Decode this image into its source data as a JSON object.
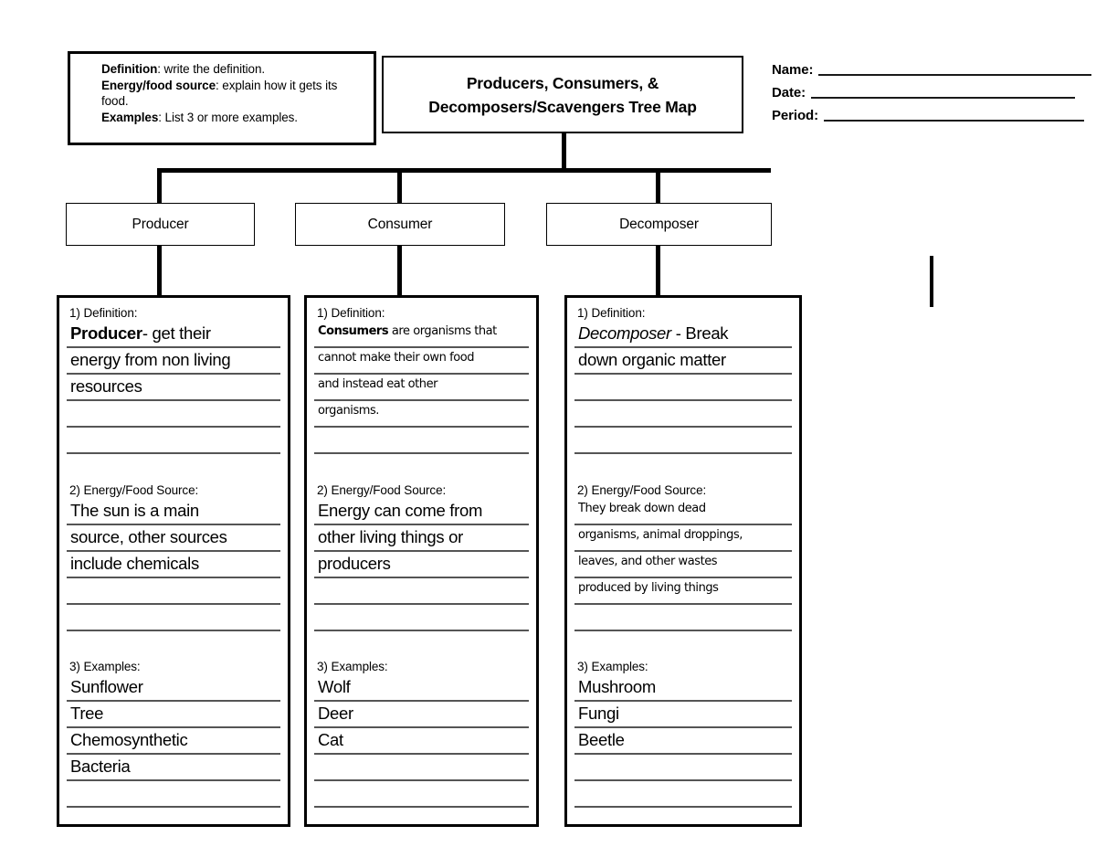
{
  "worksheet": {
    "title": "Producers, Consumers, &\nDecomposers/Scavengers Tree Map",
    "instructions": {
      "line1_label": "Definition",
      "line1_text": ": write the definition.",
      "line2_label": "Energy/food source",
      "line2_text": ": explain how it gets its food.",
      "line3_label": "Examples",
      "line3_text": ": List 3 or more examples."
    },
    "student_fields": [
      {
        "label": "Name:"
      },
      {
        "label": "Date:"
      },
      {
        "label": "Period:"
      }
    ],
    "section_titles": {
      "definition": "1) Definition:",
      "energy": "2) Energy/Food Source:",
      "examples": "3) Examples:"
    },
    "columns": [
      {
        "category": "Producer",
        "definition": {
          "lines": [
            {
              "bold_prefix": "Producer",
              "text": "- get their"
            },
            {
              "bold_prefix": "",
              "text": "energy from non living"
            },
            {
              "bold_prefix": "",
              "text": "resources"
            },
            {
              "bold_prefix": "",
              "text": ""
            },
            {
              "bold_prefix": "",
              "text": ""
            }
          ]
        },
        "energy": {
          "lines": [
            {
              "text": " The sun is a main"
            },
            {
              "text": " source, other sources"
            },
            {
              "text": " include chemicals"
            },
            {
              "text": ""
            },
            {
              "text": ""
            }
          ]
        },
        "examples": {
          "lines": [
            {
              "text": " Sunflower"
            },
            {
              "text": " Tree"
            },
            {
              "text": " Chemosynthetic"
            },
            {
              "text": " Bacteria"
            },
            {
              "text": ""
            }
          ]
        }
      },
      {
        "category": "Consumer",
        "definition": {
          "lines": [
            {
              "bold_prefix": "Consumers",
              "text": " are organisms that"
            },
            {
              "bold_prefix": "",
              "text": "cannot make their own food"
            },
            {
              "bold_prefix": "",
              "text": "and instead eat other"
            },
            {
              "bold_prefix": "",
              "text": "organisms."
            },
            {
              "bold_prefix": "",
              "text": ""
            }
          ]
        },
        "energy": {
          "lines": [
            {
              "text": " Energy can come from"
            },
            {
              "text": " other living things or"
            },
            {
              "text": " producers"
            },
            {
              "text": ""
            },
            {
              "text": ""
            }
          ]
        },
        "examples": {
          "lines": [
            {
              "text": " Wolf"
            },
            {
              "text": " Deer"
            },
            {
              "text": " Cat"
            },
            {
              "text": ""
            },
            {
              "text": ""
            }
          ]
        }
      },
      {
        "category": "Decomposer",
        "definition": {
          "lines": [
            {
              "italic_prefix": "Decomposer",
              "text": " - Break"
            },
            {
              "italic_prefix": "",
              "text": " down organic matter"
            },
            {
              "italic_prefix": "",
              "text": ""
            },
            {
              "italic_prefix": "",
              "text": ""
            },
            {
              "italic_prefix": "",
              "text": ""
            }
          ]
        },
        "energy": {
          "lines": [
            {
              "text": "They break down dead"
            },
            {
              "text": "organisms, animal droppings,"
            },
            {
              "text": "leaves, and other wastes"
            },
            {
              "text": "produced by living things"
            },
            {
              "text": ""
            }
          ]
        },
        "examples": {
          "lines": [
            {
              "text": " Mushroom"
            },
            {
              "text": " Fungi"
            },
            {
              "text": " Beetle"
            },
            {
              "text": ""
            },
            {
              "text": ""
            }
          ]
        }
      }
    ]
  },
  "colors": {
    "ink": "#000000",
    "rule": "#555555",
    "page": "#ffffff"
  }
}
